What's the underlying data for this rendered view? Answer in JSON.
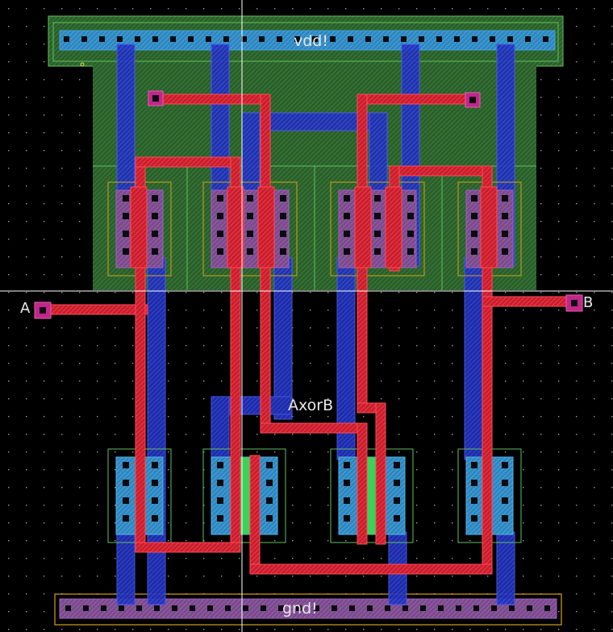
{
  "colors": {
    "background": "#000000",
    "grid_dot": "#9a9a9a",
    "nwell": "#2f6a2f",
    "nwell_line": "#5fbf5f",
    "diff_outline": "#d4a017",
    "pdiff": "#8a5a9a",
    "ndiff": "#3a9acf",
    "poly": "#e0233a",
    "metal1": "#2e3fd6",
    "via": "#c2268a",
    "contact": "#0b0b10",
    "gate_overlap": "#3bd25a",
    "cursor": "#ffffff",
    "label": "#e8e8e8"
  },
  "labels": {
    "vdd": "vdd!",
    "gnd": "gnd!",
    "in_a": "A",
    "in_b": "B",
    "out": "AxorB"
  }
}
